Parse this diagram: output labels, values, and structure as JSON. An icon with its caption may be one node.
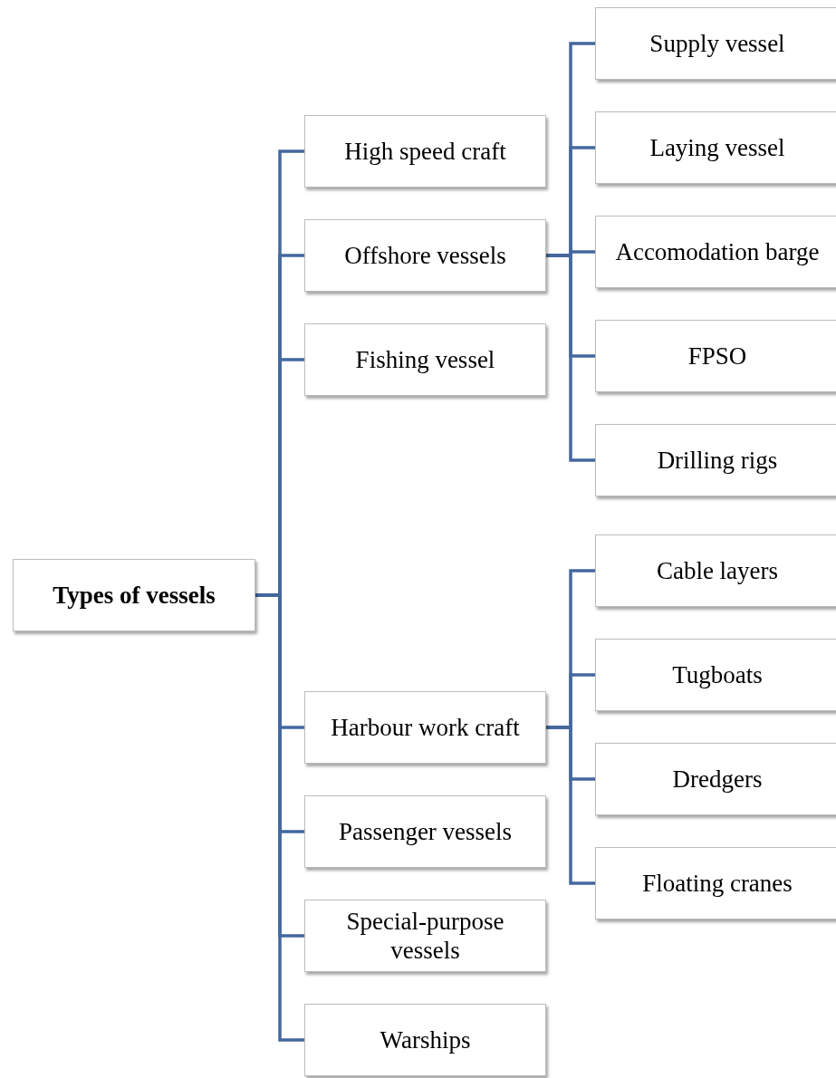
{
  "diagram": {
    "nodes": [
      {
        "text": [
          "Types of vessels"
        ]
      },
      {
        "text": [
          "High speed craft"
        ]
      },
      {
        "text": [
          "Offshore vessels"
        ]
      },
      {
        "text": [
          "Fishing vessel"
        ]
      },
      {
        "text": [
          "Harbour work craft"
        ]
      },
      {
        "text": [
          "Passenger vessels"
        ]
      },
      {
        "text": [
          "Special-purpose vessels"
        ]
      },
      {
        "text": [
          "Warships"
        ]
      },
      {
        "text": [
          "Supply vessel"
        ]
      },
      {
        "text": [
          "Laying vessel"
        ]
      },
      {
        "text": [
          "Accomodation barge"
        ]
      },
      {
        "text": [
          "FPSO"
        ]
      },
      {
        "text": [
          "Drilling rigs"
        ]
      },
      {
        "text": [
          "Cable layers"
        ]
      },
      {
        "text": [
          "Tugboats"
        ]
      },
      {
        "text": [
          "Dredgers"
        ]
      },
      {
        "text": [
          "Floating cranes"
        ]
      }
    ],
    "edges": [
      {
        "from": 0,
        "to": 1,
        "arrow": "none"
      },
      {
        "from": 0,
        "to": 2,
        "arrow": "none"
      },
      {
        "from": 0,
        "to": 3,
        "arrow": "none"
      },
      {
        "from": 0,
        "to": 4,
        "arrow": "none"
      },
      {
        "from": 0,
        "to": 5,
        "arrow": "none"
      },
      {
        "from": 0,
        "to": 6,
        "arrow": "none"
      },
      {
        "from": 0,
        "to": 7,
        "arrow": "none"
      },
      {
        "from": 2,
        "to": 8,
        "arrow": "none"
      },
      {
        "from": 2,
        "to": 9,
        "arrow": "none"
      },
      {
        "from": 2,
        "to": 10,
        "arrow": "none"
      },
      {
        "from": 2,
        "to": 11,
        "arrow": "none"
      },
      {
        "from": 2,
        "to": 12,
        "arrow": "none"
      },
      {
        "from": 4,
        "to": 13,
        "arrow": "none"
      },
      {
        "from": 4,
        "to": 14,
        "arrow": "none"
      },
      {
        "from": 4,
        "to": 15,
        "arrow": "none"
      },
      {
        "from": 4,
        "to": 16,
        "arrow": "none"
      }
    ]
  }
}
